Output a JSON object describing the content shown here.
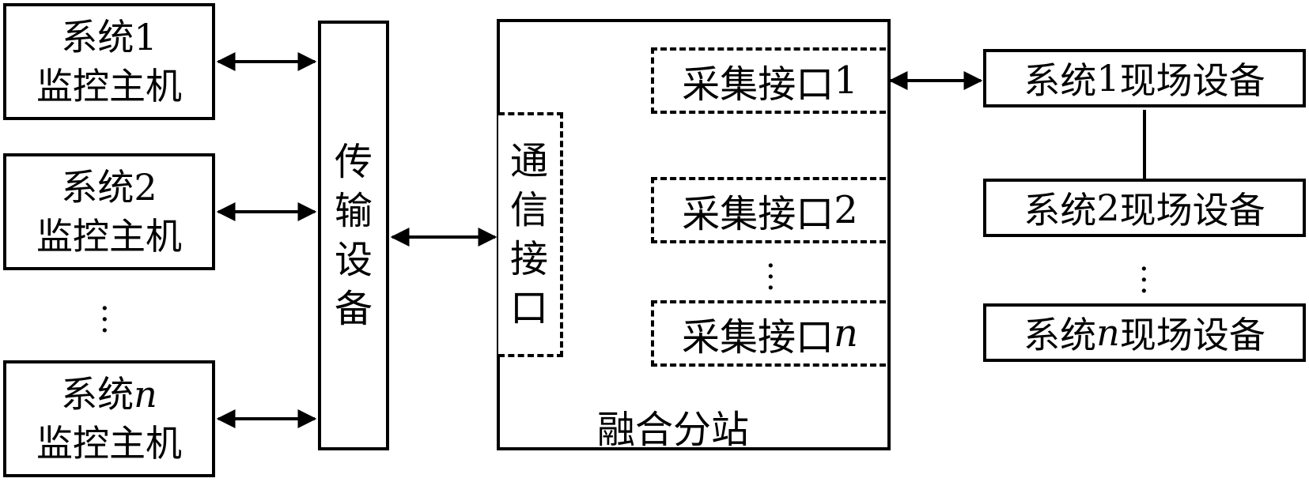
{
  "hosts": [
    {
      "line1_prefix": "系统",
      "line1_suffix": "1",
      "line2": "监控主机"
    },
    {
      "line1_prefix": "系统",
      "line1_suffix": "2",
      "line2": "监控主机"
    },
    {
      "line1_prefix": "系统",
      "line1_suffix": "n",
      "line2": "监控主机"
    }
  ],
  "transmission": {
    "chars": [
      "传",
      "输",
      "设",
      "备"
    ]
  },
  "substation": {
    "label": "融合分站",
    "comm_interface": {
      "chars": [
        "通",
        "信",
        "接",
        "口"
      ]
    },
    "acquisition_interfaces": [
      {
        "prefix": "采集接口",
        "suffix": "1"
      },
      {
        "prefix": "采集接口",
        "suffix": "2"
      },
      {
        "prefix": "采集接口",
        "suffix": "n"
      }
    ]
  },
  "field_devices": [
    {
      "prefix": "系统",
      "suffix": "1",
      "rest": "现场设备"
    },
    {
      "prefix": "系统",
      "suffix": "2",
      "rest": "现场设备"
    },
    {
      "prefix": "系统",
      "suffix": "n",
      "rest": "现场设备"
    }
  ],
  "ellipsis": [
    "·",
    "·",
    "·"
  ]
}
